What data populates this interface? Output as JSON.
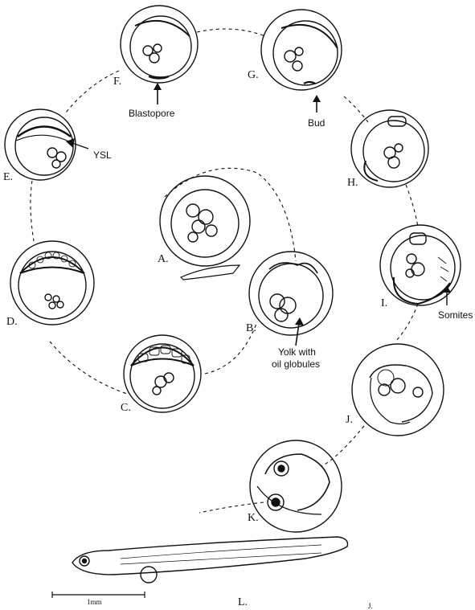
{
  "stages": {
    "a": "A.",
    "b": "B.",
    "c": "C.",
    "d": "D.",
    "e": "E.",
    "f": "F.",
    "g": "G.",
    "h": "H.",
    "i": "I.",
    "j": "J.",
    "k": "K.",
    "l": "L."
  },
  "annotations": {
    "blastopore": "Blastopore",
    "bud": "Bud",
    "ysl": "YSL",
    "somites": "Somites",
    "yolk_line1": "Yolk with",
    "yolk_line2": "oil globules"
  },
  "scale_bar": {
    "label": "1mm"
  },
  "corner_mark": "J."
}
